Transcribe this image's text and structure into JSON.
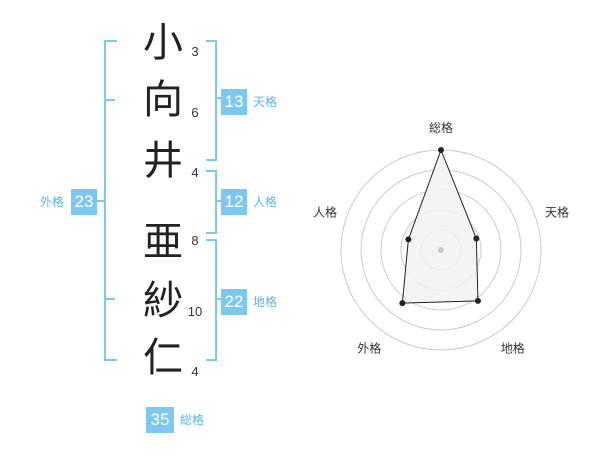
{
  "name": {
    "chars": [
      "小",
      "向",
      "井",
      "亜",
      "紗",
      "仁"
    ],
    "strokes": [
      "3",
      "6",
      "4",
      "8",
      "10",
      "4"
    ]
  },
  "kaku": {
    "tenkaku": {
      "value": "13",
      "label": "天格"
    },
    "jinkaku": {
      "value": "12",
      "label": "人格"
    },
    "chikaku": {
      "value": "22",
      "label": "地格"
    },
    "gaikaku": {
      "value": "23",
      "label": "外格"
    },
    "soukaku": {
      "value": "35",
      "label": "総格"
    }
  },
  "radar": {
    "axes": [
      "総格",
      "天格",
      "地格",
      "外格",
      "人格"
    ],
    "values": [
      35,
      13,
      22,
      23,
      12
    ],
    "scale_max": 35,
    "ring_count": 5,
    "colors": {
      "ring": "#cccccc",
      "fill": "#f2f2f2",
      "line": "#222222",
      "point": "#222222",
      "center": "#cccccc"
    }
  },
  "colors": {
    "accent": "#7cc8f0",
    "accent_text": "#5ab5e8"
  }
}
